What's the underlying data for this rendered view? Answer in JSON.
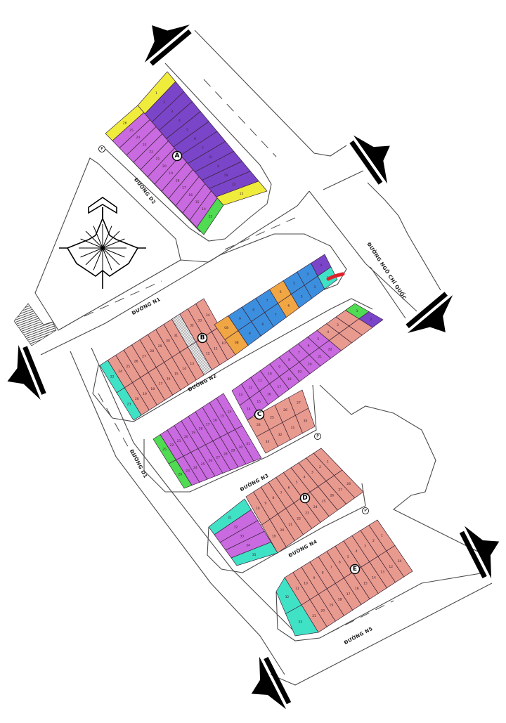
{
  "colors": {
    "s": "#e99a8e",
    "l": "#c96ae0",
    "d": "#7a45c8",
    "p": "#c96ae0",
    "y": "#f0ec3c",
    "g": "#4fdc52",
    "c": "#40e2c6",
    "b": "#3c8fde",
    "o": "#f1a644",
    "w": "walkway",
    "mark": "#e0242c"
  },
  "roads": {
    "d2": "ĐƯỜNG D2",
    "n1": "ĐƯỜNG N1",
    "ngo_chi_quoc": "ĐƯỜNG NGÔ CHÍ QUỐC",
    "n2": "ĐƯỜNG N2",
    "d1": "ĐƯỜNG D1",
    "n3": "ĐƯỜNG N3",
    "n4": "ĐƯỜNG N4",
    "n5": "ĐƯỜNG N5"
  },
  "block_labels": [
    "A",
    "B",
    "C",
    "D",
    "E"
  ],
  "parking_label": "P",
  "icons": [
    "north-arrow-compass-icon",
    "direction-arrow-icon",
    "parking-icon"
  ],
  "lots": {
    "a_left": {
      "fill": "yllllllllllllg",
      "labels": [
        "26",
        "25",
        "24",
        "23",
        "22",
        "21",
        "20",
        "19",
        "18",
        "17",
        "16",
        "15",
        "14",
        "13"
      ]
    },
    "a_right": {
      "fill": "yddddddddddy",
      "labels": [
        "1",
        "2",
        "3",
        "4",
        "5",
        "6",
        "7",
        "8",
        "9",
        "10",
        "11",
        "12"
      ]
    },
    "b_top": {
      "fill": "csssssssswsss",
      "labels": [
        "22",
        "24",
        "25",
        "26",
        "27",
        "28",
        "29",
        "30",
        "31",
        "",
        "32",
        "33",
        "34"
      ]
    },
    "b_bottom": {
      "fill": "csssssssswsss",
      "labels": [
        "23",
        "20",
        "19",
        "18",
        "17",
        "16",
        "15",
        "14",
        "13",
        "",
        "12",
        "11",
        "10"
      ]
    },
    "strip_top": {
      "fill": "obbbobbd",
      "labels": [
        "08",
        "9",
        "8",
        "7",
        "6",
        "5",
        "3",
        "4"
      ]
    },
    "strip_bottom": {
      "fill": "obbbobbc",
      "labels": [
        "08",
        "9",
        "8",
        "7",
        "6",
        "5",
        "3",
        "2"
      ]
    },
    "c1_top": {
      "fill": "gppppppppp",
      "labels": [
        "25",
        "22",
        "21",
        "20",
        "19",
        "18",
        "17",
        "16",
        "15",
        "14"
      ]
    },
    "c1_bottom": {
      "fill": "gppppppppp",
      "labels": [
        "26",
        "23",
        "24",
        "25",
        "26",
        "27",
        "28",
        "29",
        "30",
        "31"
      ]
    },
    "c2_top": {
      "fill": "pppppppppsssg",
      "labels": [
        "13",
        "12",
        "11",
        "10",
        "9",
        "8",
        "7",
        "6",
        "5",
        "4",
        "3",
        "",
        "1"
      ]
    },
    "c2_bottom": {
      "fill": "pppppppppsssd",
      "labels": [
        "14",
        "15",
        "16",
        "17",
        "18",
        "19",
        "20",
        "21",
        "22",
        "",
        "",
        "",
        "2"
      ]
    },
    "c3_top": {
      "fill": "ssss",
      "labels": [
        "24",
        "25",
        "26",
        "27"
      ]
    },
    "c3_bottom": {
      "fill": "ssss",
      "labels": [
        "33",
        "32",
        "31",
        "30"
      ]
    },
    "d_top": {
      "fill": "ssssssssss",
      "labels": [
        "10",
        "9",
        "8",
        "7",
        "6",
        "5",
        "4",
        "3",
        "2",
        "1"
      ]
    },
    "d_bottom": {
      "fill": "ssssssssss",
      "labels": [
        "19",
        "20",
        "21",
        "22",
        "23",
        "24",
        "25",
        "26",
        "27",
        "28"
      ]
    },
    "d_cap": {
      "fill": "cpppc",
      "labels": [
        "31",
        "32",
        "33",
        "34",
        "35"
      ]
    },
    "e_top": {
      "fill": "sssssssssss",
      "labels": [
        "11",
        "10",
        "9",
        "8",
        "7",
        "6",
        "5",
        "4",
        "3",
        "2",
        "1"
      ]
    },
    "e_bottom": {
      "fill": "sssssssssss",
      "labels": [
        "21",
        "20",
        "19",
        "18",
        "17",
        "16",
        "15",
        "14",
        "13",
        "12",
        "24"
      ]
    },
    "e_cap": {
      "fill": "cc",
      "labels": [
        "32",
        "33"
      ]
    }
  }
}
